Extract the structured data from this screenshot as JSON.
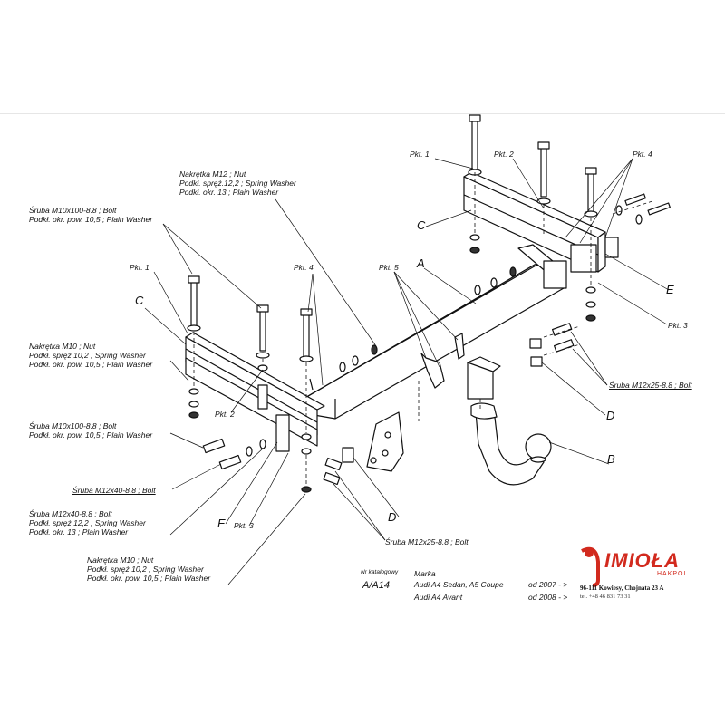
{
  "labels": {
    "nut_m12": [
      "Nakrętka  M12 ; Nut",
      "Podkł. spręż.12,2 ; Spring Washer",
      "Podkł. okr. 13 ; Plain Washer"
    ],
    "bolt_m10_top": [
      "Śruba M10x100-8.8 ;  Bolt",
      "Podkł. okr. pow. 10,5 ; Plain Washer"
    ],
    "nut_m10": [
      "Nakrętka  M10 ; Nut",
      "Podkł. spręż.10,2 ; Spring Washer",
      "Podkł. okr. pow. 10,5 ; Plain Washer"
    ],
    "bolt_m10_lower": [
      "Śruba M10x100-8.8 ;  Bolt",
      "Podkł. okr. pow. 10,5 ; Plain Washer"
    ],
    "bolt_m12x40_a": "Śruba M12x40-8.8 ;  Bolt",
    "bolt_m12x40_b": [
      "Śruba M12x40-8.8 ;  Bolt",
      "Podkł. spręż.12,2 ; Spring Washer",
      "Podkł. okr. 13 ; Plain Washer"
    ],
    "nut_m10_b": [
      "Nakrętka  M10 ; Nut",
      "Podkł. spręż.10,2 ; Spring Washer",
      "Podkł. okr. pow. 10,5 ; Plain Washer"
    ],
    "bolt_m12x25_right": "Śruba M12x25-8.8 ;  Bolt",
    "bolt_m12x25_bottom": "Śruba M12x25-8.8 ;  Bolt"
  },
  "points": {
    "pkt1_top": "Pkt. 1",
    "pkt2_top": "Pkt. 2",
    "pkt4_top": "Pkt. 4",
    "pkt1_left": "Pkt. 1",
    "pkt4_mid": "Pkt. 4",
    "pkt5": "Pkt. 5",
    "pkt2_left": "Pkt. 2",
    "pkt3_right": "Pkt. 3",
    "pkt3_bottom": "Pkt. 3"
  },
  "parts": {
    "A": "A",
    "B": "B",
    "C_top": "C",
    "C_left": "C",
    "D_right": "D",
    "D_bottom": "D",
    "E_right": "E",
    "E_left": "E"
  },
  "catalog": {
    "nr_label": "Nr katalogowy",
    "nr_value": "A/A14",
    "marka_label": "Marka",
    "models": [
      {
        "name": "Audi A4 Sedan, A5 Coupe",
        "year": "od 2007 - >"
      },
      {
        "name": "Audi A4 Avant",
        "year": "od 2008 - >"
      }
    ]
  },
  "brand": {
    "name": "IMIOŁA",
    "sub": "HAKPOL",
    "address": "96-111 Kowiesy, Chojnata 23 A",
    "phone": "tel. +48 46 831 73 31",
    "color": "#d22a1e"
  }
}
